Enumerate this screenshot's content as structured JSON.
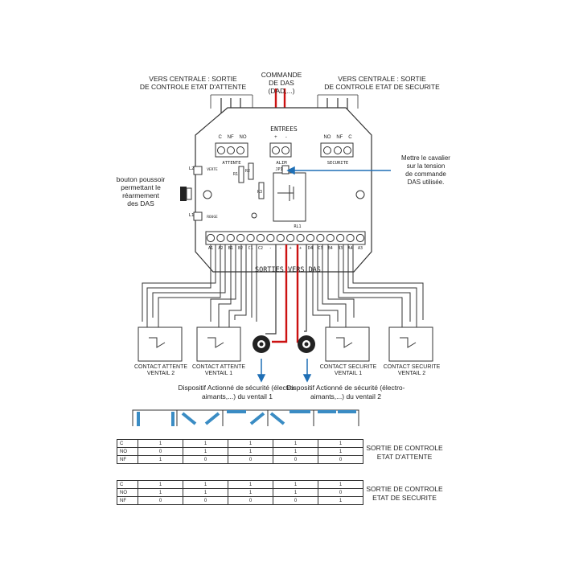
{
  "top_labels": {
    "left": "VERS CENTRALE : SORTIE\nDE CONTROLE ETAT D'ATTENTE",
    "center": "COMMANDE\nDE DAS\n(DAD,...)",
    "right": "VERS CENTRALE : SORTIE\nDE CONTROLE ETAT DE SECURITE"
  },
  "board": {
    "entrees": "ENTREES",
    "attente_block": {
      "pins": [
        "C",
        "NF",
        "NO"
      ],
      "label": "ATTENTE"
    },
    "alim_block": {
      "pins": [
        "+",
        "-"
      ],
      "label": "ALIM"
    },
    "securite_block": {
      "pins": [
        "NO",
        "NF",
        "C"
      ],
      "label": "SECURITE"
    },
    "led_l2": "L2",
    "led_l2_label": "VERTE",
    "led_l1": "L1",
    "led_l1_label": "ROUGE",
    "r1": "R1",
    "r2": "R2",
    "r3": "R3",
    "jumper": "JP1",
    "relay": "RL1",
    "bottom_terminals": [
      "A1",
      "A2",
      "B1",
      "B2",
      "C1",
      "C2",
      "-",
      "-",
      "+",
      "+",
      "D4",
      "C3",
      "B4",
      "B3",
      "A4",
      "A3"
    ],
    "sorties_vers_das": "SORTIES   VERS DAS"
  },
  "side_labels": {
    "button": "bouton poussoir\npermettant le\nréarmement\ndes DAS",
    "jumper_note": "Mettre le cavalier\nsur la tension\nde commande\nDAS utilisée."
  },
  "contacts": [
    {
      "label": "CONTACT ATTENTE\nVENTAIL 2"
    },
    {
      "label": "CONTACT ATTENTE\nVENTAIL 1"
    },
    {
      "label": "CONTACT SECURITE\nVENTAIL 1"
    },
    {
      "label": "CONTACT SECURITE\nVENTAIL 2"
    }
  ],
  "devices": [
    {
      "label": "Dispositif Actionné de sécurité\n(électro-aimants,...) du ventail 1"
    },
    {
      "label": "Dispositif Actionné de sécurité\n(électro-aimants,...) du ventail 2"
    }
  ],
  "table_attente": {
    "title": "SORTIE DE CONTROLE\nETAT D'ATTENTE",
    "rows": [
      {
        "h": "C",
        "v": [
          "1",
          "1",
          "1",
          "1",
          "1"
        ]
      },
      {
        "h": "NO",
        "v": [
          "0",
          "1",
          "1",
          "1",
          "1"
        ]
      },
      {
        "h": "NF",
        "v": [
          "1",
          "0",
          "0",
          "0",
          "0"
        ]
      }
    ]
  },
  "table_securite": {
    "title": "SORTIE DE CONTROLE\nETAT DE SECURITE",
    "rows": [
      {
        "h": "C",
        "v": [
          "1",
          "1",
          "1",
          "1",
          "1"
        ]
      },
      {
        "h": "NO",
        "v": [
          "1",
          "1",
          "1",
          "1",
          "0"
        ]
      },
      {
        "h": "NF",
        "v": [
          "0",
          "0",
          "0",
          "0",
          "1"
        ]
      }
    ]
  },
  "colors": {
    "wire": "#333333",
    "red_wire": "#cc1111",
    "blue": "#1f6fb5",
    "door": "#3a8cc4"
  }
}
